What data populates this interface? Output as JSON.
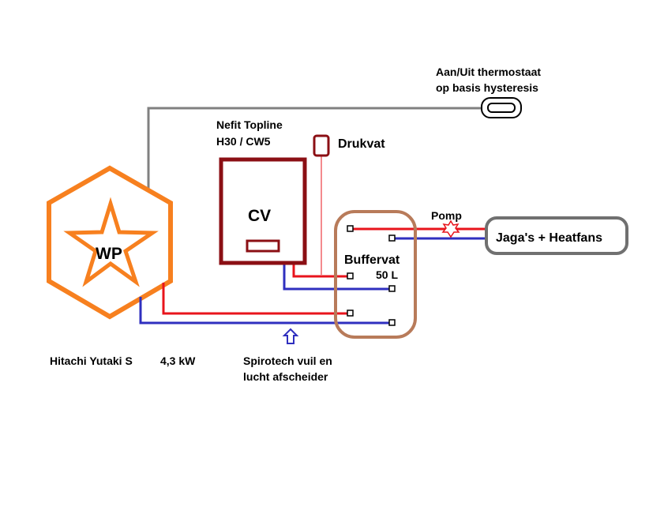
{
  "labels": {
    "thermostat_line1": "Aan/Uit thermostaat",
    "thermostat_line2": "op basis hysteresis",
    "boiler_line1": "Nefit Topline",
    "boiler_line2": "H30 / CW5",
    "drukvat": "Drukvat",
    "cv": "CV",
    "pomp": "Pomp",
    "emitters": "Jaga's + Heatfans",
    "buffer_name": "Buffervat",
    "buffer_volume": "50 L",
    "heatpump": "WP",
    "heatpump_model": "Hitachi Yutaki S",
    "heatpump_power": "4,3 kW",
    "separator_line1": "Spirotech vuil en",
    "separator_line2": "lucht afscheider"
  },
  "colors": {
    "supply": "#e8141c",
    "return": "#2f2fbf",
    "control": "#808080",
    "heatpump": "#f7801f",
    "boiler": "#8b0f14",
    "buffer": "#b87b5a",
    "emitters": "#707070"
  }
}
